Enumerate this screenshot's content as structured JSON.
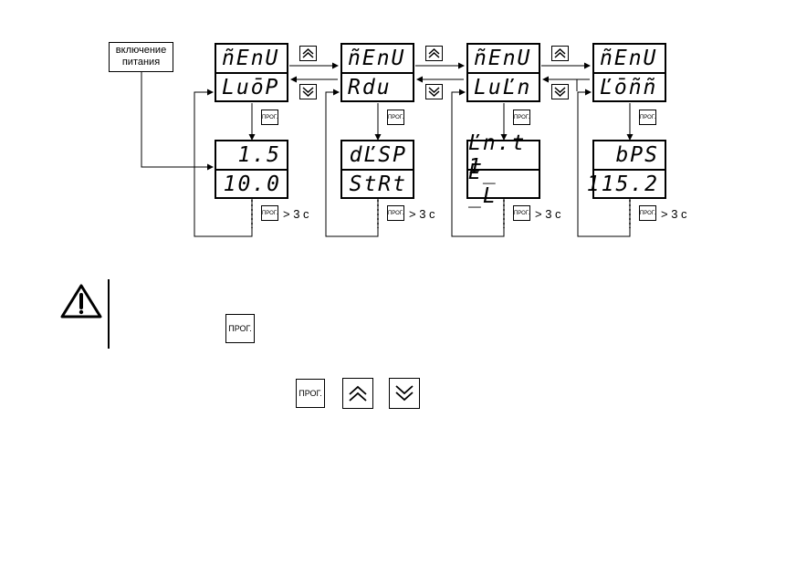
{
  "power_on_label": "включение\nпитания",
  "prog_key_label": "ПРОГ.",
  "hold_label": "> 3 с",
  "menus": [
    {
      "top": "ñEnU",
      "bottom": "LuōP",
      "sub_top": "1.5",
      "sub_bottom": "10.0"
    },
    {
      "top": "ñEnU",
      "bottom": "Rdu",
      "sub_top": "dĽSP",
      "sub_bottom": "StRt"
    },
    {
      "top": "ñEnU",
      "bottom": "LuĽn",
      "sub_top": "Ľn.t 1",
      "sub_bottom": "E_ _L"
    },
    {
      "top": "ñEnU",
      "bottom": "Ľōññ",
      "sub_top": "bPS",
      "sub_bottom": "115.2"
    }
  ],
  "icons": {
    "up": "double-chevron-up-icon",
    "down": "double-chevron-down-icon",
    "warning": "warning-triangle-icon"
  }
}
